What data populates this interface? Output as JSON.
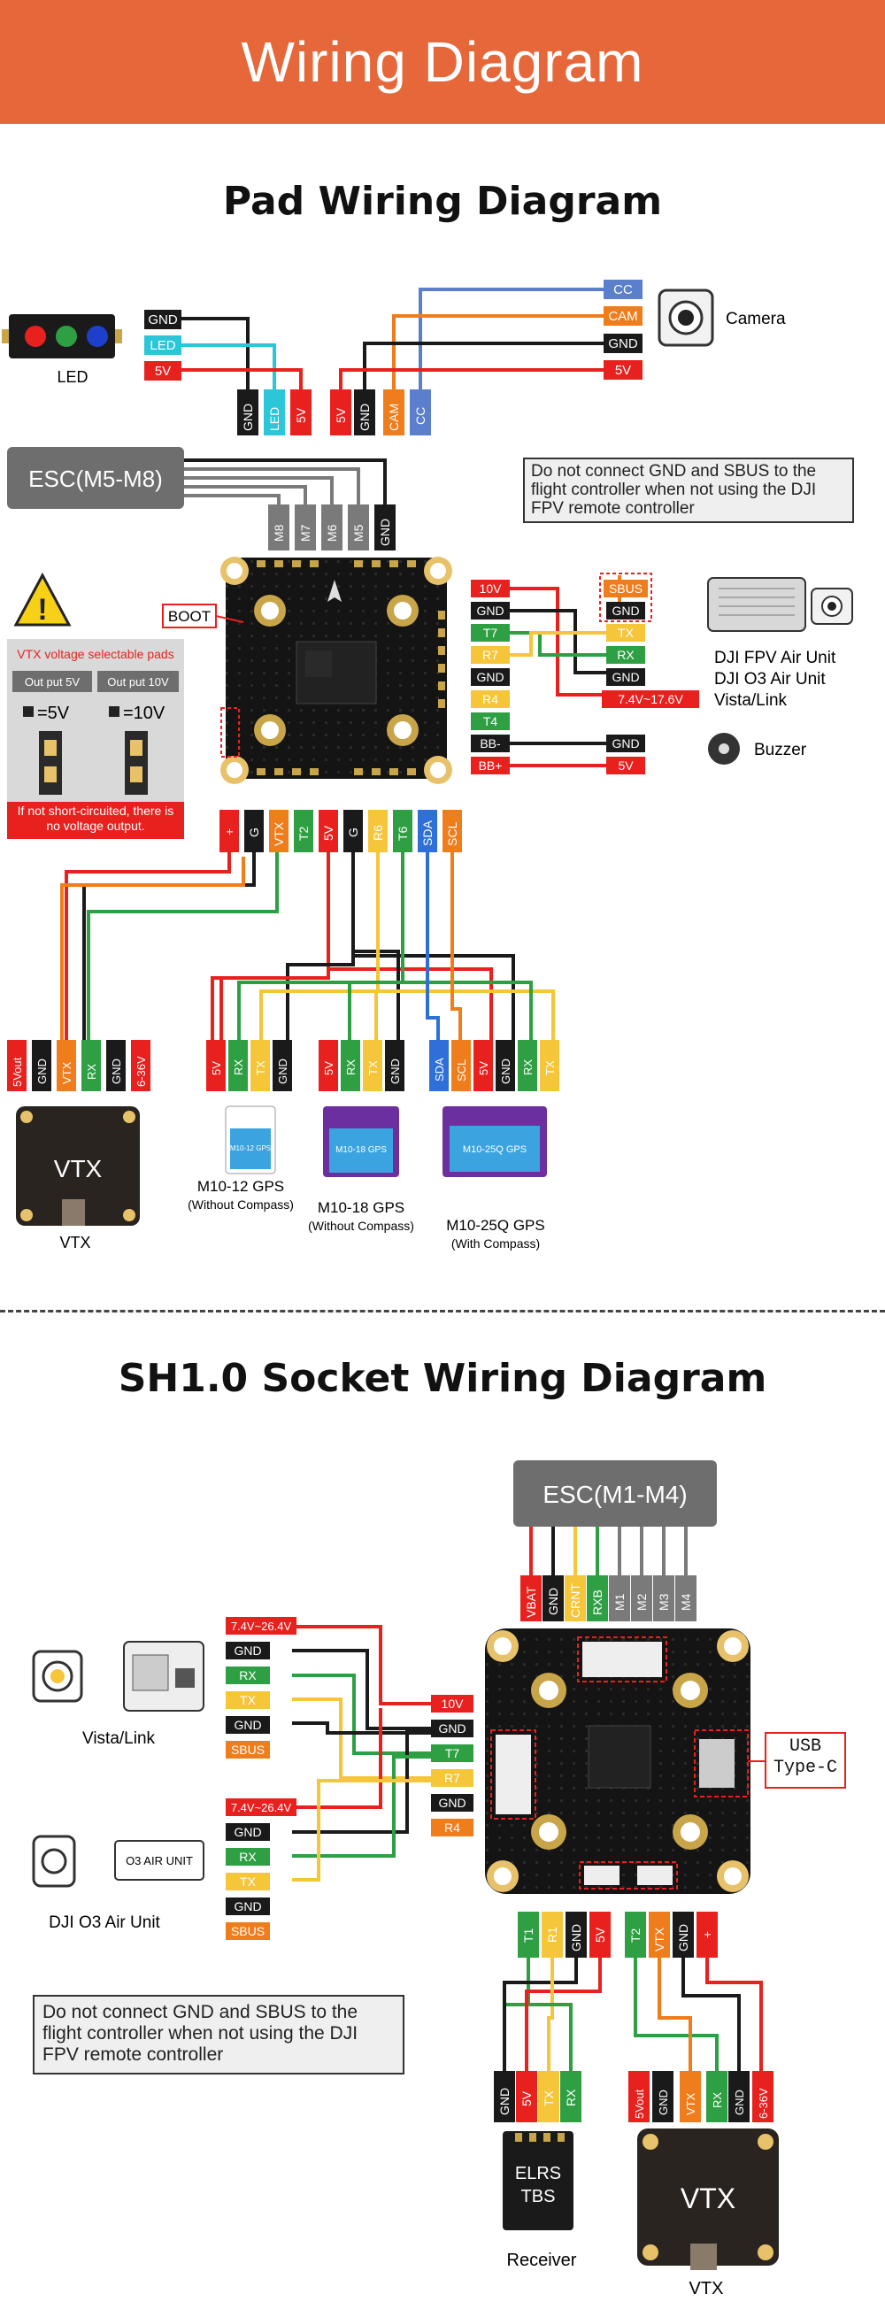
{
  "header": {
    "title": "Wiring Diagram"
  },
  "section1": {
    "title": "Pad Wiring Diagram",
    "led": {
      "caption": "LED",
      "wires": [
        "GND",
        "LED",
        "5V"
      ],
      "pads": [
        "GND",
        "LED",
        "5V"
      ]
    },
    "camera": {
      "caption": "Camera",
      "wires": [
        "CC",
        "CAM",
        "GND",
        "5V"
      ],
      "pads": [
        "5V",
        "GND",
        "CAM",
        "CC"
      ]
    },
    "esc": {
      "label": "ESC(M5-M8)",
      "pads": [
        "M8",
        "M7",
        "M6",
        "M5",
        "GND"
      ]
    },
    "boot": "BOOT",
    "warning": {
      "title": "VTX voltage selectable pads",
      "out5": "Out put 5V",
      "out10": "Out put 10V",
      "eq5": "=5V",
      "eq10": "=10V",
      "note": "If not short-circuited, there is no voltage output."
    },
    "notice": "Do not connect GND and SBUS to the flight controller when not using the DJI FPV remote controller",
    "fc_right_pads": [
      "10V",
      "GND",
      "T7",
      "R7",
      "GND",
      "R4",
      "T4",
      "BB-",
      "BB+"
    ],
    "dji_pads": [
      "SBUS",
      "GND",
      "TX",
      "RX",
      "GND",
      "7.4V~17.6V"
    ],
    "dji_caption": [
      "DJI FPV Air Unit",
      "DJI O3 Air Unit",
      "Vista/Link"
    ],
    "buzzer": {
      "caption": "Buzzer",
      "pads": [
        "GND",
        "5V"
      ]
    },
    "fc_bottom_pads": [
      "+",
      "G",
      "VTX",
      "T2",
      "5V",
      "G",
      "R6",
      "T6",
      "SDA",
      "SCL"
    ],
    "vtx_pads": [
      "5Vout",
      "GND",
      "VTX",
      "RX",
      "GND",
      "6-36V"
    ],
    "gps12_pads": [
      "5V",
      "RX",
      "TX",
      "GND"
    ],
    "gps18_pads": [
      "5V",
      "RX",
      "TX",
      "GND"
    ],
    "gps25_pads": [
      "SDA",
      "SCL",
      "5V",
      "GND",
      "RX",
      "TX"
    ],
    "vtx_caption": "VTX",
    "vtx_label": "VTX",
    "gps12": {
      "name": "M10-12 GPS",
      "sub": "(Without Compass)",
      "chip": "M10-12 GPS"
    },
    "gps18": {
      "name": "M10-18 GPS",
      "sub": "(Without Compass)",
      "chip": "M10-18 GPS"
    },
    "gps25": {
      "name": "M10-25Q GPS",
      "sub": "(With Compass)",
      "chip": "M10-25Q GPS"
    }
  },
  "section2": {
    "title": "SH1.0 Socket Wiring Diagram",
    "esc": {
      "label": "ESC(M1-M4)",
      "pads": [
        "VBAT",
        "GND",
        "CRNT",
        "RXB",
        "M1",
        "M2",
        "M3",
        "M4"
      ]
    },
    "vista_pads": [
      "7.4V~26.4V",
      "GND",
      "RX",
      "TX",
      "GND",
      "SBUS"
    ],
    "o3_pads": [
      "7.4V~26.4V",
      "GND",
      "RX",
      "TX",
      "GND",
      "SBUS"
    ],
    "fc_left_pads": [
      "10V",
      "GND",
      "T7",
      "R7",
      "GND",
      "R4"
    ],
    "vista_caption": "Vista/Link",
    "o3_caption": "DJI O3 Air Unit",
    "o3_label": "O3 AIR UNIT",
    "usb": "USB Type-C",
    "notice": "Do not connect GND and SBUS to the flight controller when not using the DJI FPV remote controller",
    "fc_bottom_pads": [
      "T1",
      "R1",
      "GND",
      "5V",
      "T2",
      "VTX",
      "GND",
      "+"
    ],
    "receiver_pads": [
      "GND",
      "5V",
      "TX",
      "RX"
    ],
    "vtx_pads": [
      "5Vout",
      "GND",
      "VTX",
      "RX",
      "GND",
      "6-36V"
    ],
    "receiver_label": [
      "ELRS",
      "TBS"
    ],
    "receiver_caption": "Receiver",
    "vtx_label": "VTX",
    "vtx_caption": "VTX"
  },
  "colors": {
    "banner": "#E5673A",
    "red": "#E8211E",
    "black": "#1A1A1A",
    "cyan": "#2BC6D8",
    "orange": "#F07D1C",
    "blue": "#5B7FCC",
    "green": "#2EA043",
    "yellow": "#F5C53A",
    "gray": "#7A7A7A"
  }
}
